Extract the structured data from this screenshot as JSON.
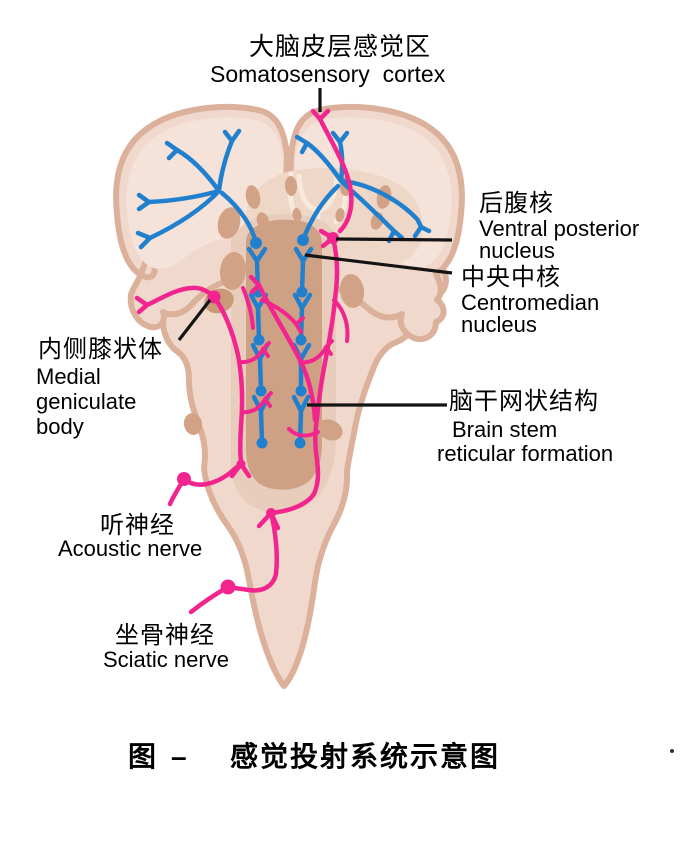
{
  "figure": {
    "caption": {
      "prefix": "图",
      "dash": "–",
      "title": "感觉投射系统示意图"
    },
    "labels": {
      "somatosensory_cortex": {
        "zh": "大脑皮层感觉区",
        "en": "Somatosensory  cortex"
      },
      "ventral_posterior": {
        "zh": "后腹核",
        "en_line1": "Ventral posterior",
        "en_line2": "nucleus"
      },
      "centromedian": {
        "zh": "中央中核",
        "en_line1": "Centromedian",
        "en_line2": "nucleus"
      },
      "medial_geniculate": {
        "zh": "内侧膝状体",
        "en_line1": "Medial",
        "en_line2": "geniculate",
        "en_line3": "body"
      },
      "reticular_formation": {
        "zh": "脑干网状结构",
        "en_line1": "Brain stem",
        "en_line2": "reticular formation"
      },
      "acoustic_nerve": {
        "zh": "听神经",
        "en": "Acoustic nerve"
      },
      "sciatic_nerve": {
        "zh": "坐骨神经",
        "en": "Sciatic nerve"
      }
    },
    "colors": {
      "specific_pathway_blue": "#2180ce",
      "nonspecific_pathway_pink": "#f2258f",
      "brain_outline_tan": "#dcb19c",
      "brain_fill": "#f0d9cc",
      "brain_inner_light": "#f5e3d9",
      "nuclei_tan": "#d2a286",
      "brainstem_column": "#cfa184",
      "leader_line_black": "#141414"
    }
  }
}
